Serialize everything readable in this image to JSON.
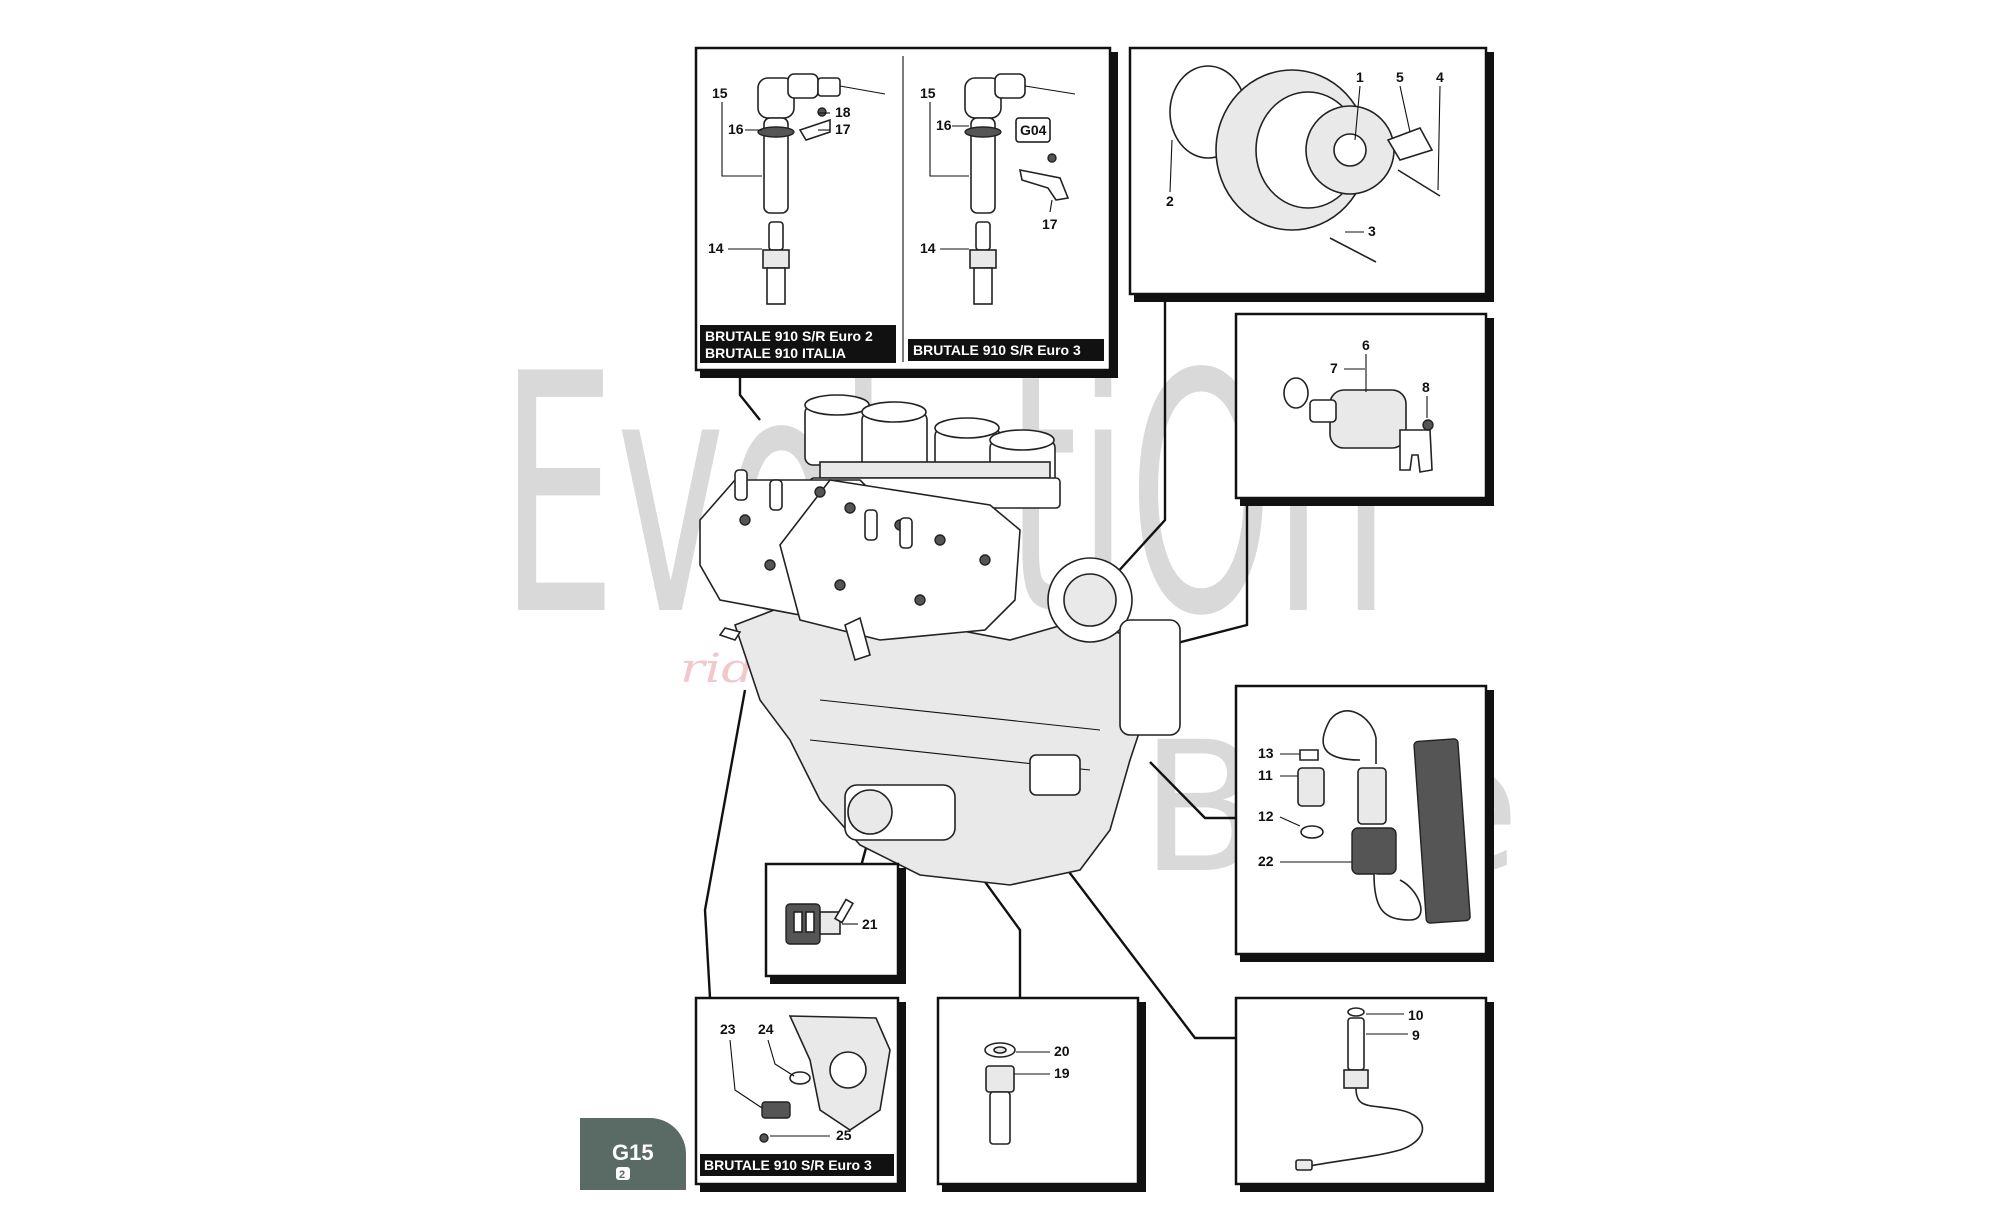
{
  "watermark": {
    "main": "EvolutiOn",
    "side": "Bike",
    "tagline": "ride the passion"
  },
  "page_tab": {
    "code": "G15",
    "sheet": "2"
  },
  "panels": {
    "ignition_euro2": {
      "callouts": [
        "15",
        "16",
        "18",
        "17",
        "14"
      ],
      "banner_lines": [
        "BRUTALE 910 S/R Euro 2",
        "BRUTALE 910 ITALIA"
      ]
    },
    "ignition_euro3": {
      "callouts": [
        "15",
        "16",
        "G04",
        "17",
        "14"
      ],
      "banner_lines": [
        "BRUTALE 910 S/R Euro 3"
      ]
    },
    "alternator": {
      "callouts": [
        "1",
        "5",
        "4",
        "2",
        "3"
      ]
    },
    "starter": {
      "callouts": [
        "6",
        "7",
        "8"
      ]
    },
    "speed_sensor": {
      "callouts": [
        "13",
        "11",
        "12",
        "22"
      ]
    },
    "temp_sender": {
      "callouts": [
        "21"
      ]
    },
    "lambda_sensor": {
      "callouts": [
        "10",
        "9"
      ]
    },
    "oil_pressure": {
      "callouts": [
        "20",
        "19"
      ]
    },
    "throttle_sensor": {
      "callouts": [
        "23",
        "24",
        "25"
      ],
      "banner_lines": [
        "BRUTALE 910 S/R Euro 3"
      ]
    }
  },
  "colors": {
    "page_tab": "#5a6b66",
    "watermark": "#d9d9d9",
    "line": "#111111"
  }
}
